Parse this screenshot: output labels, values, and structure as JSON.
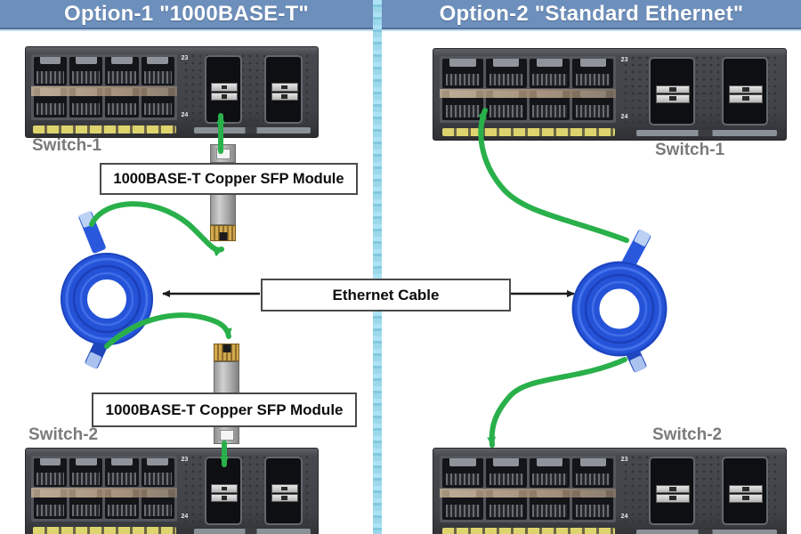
{
  "header": {
    "option1": "Option-1 \"1000BASE-T\"",
    "option2": "Option-2 \"Standard Ethernet\""
  },
  "labels": {
    "sfp_module_top": "1000BASE-T Copper SFP Module",
    "sfp_module_bottom": "1000BASE-T Copper SFP Module",
    "ethernet_cable": "Ethernet Cable",
    "switch1_left": "Switch-1",
    "switch2_left": "Switch-2",
    "switch1_right": "Switch-1",
    "switch2_right": "Switch-2"
  },
  "switch_photo": {
    "port_number_top": "23",
    "port_number_bottom": "24"
  },
  "colors": {
    "header_bg": "#6d8fbb",
    "header_border": "#516f9d",
    "divider_blue": "#97d6ea",
    "arrow_green": "#29b04a",
    "arrow_black": "#1d1d1d",
    "cable_blue": "#2453d8",
    "switch_body": "#46484d",
    "yellow_strip": "#ddd46e",
    "sfp_gold": "#d2a94e",
    "label_box_border": "#4a4a4a",
    "switch_label_gray": "#7b7b7b"
  }
}
